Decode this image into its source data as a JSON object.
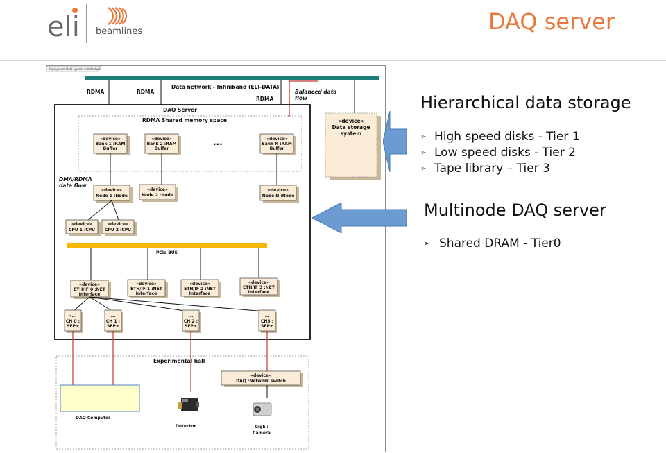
{
  "header": {
    "logo_eli_text": "eli",
    "logo_beamlines_text": "beamlines",
    "title": "DAQ server",
    "title_color": "#e8783c"
  },
  "diagram": {
    "frame_caption": "deployment DAQ system architecture",
    "data_network_label": "Data network - Infiniband (ELI-DATA)",
    "rdma_labels": [
      "RDMA",
      "RDMA",
      "RDMA"
    ],
    "balanced_flow_label": [
      "Balanced data",
      "flow"
    ],
    "daq_server_label": "DAQ Server",
    "shared_memory_label": "RDMA Shared memory space",
    "ellipsis": "...",
    "dma_flow_label": [
      "DMA/RDMA",
      "data flow"
    ],
    "storage_node": [
      "«device»",
      "Data storage",
      "system"
    ],
    "ram_buffers": [
      [
        "«device»",
        "Bank 1 :RAM",
        "Buffer"
      ],
      [
        "«device»",
        "Bank 2 :RAM",
        "Buffer"
      ],
      [
        "«device»",
        "Bank N :RAM",
        "Buffer"
      ]
    ],
    "nodes": [
      [
        "«device»",
        "Node 1 :Node"
      ],
      [
        "«device»",
        "Node 2 :Node"
      ],
      [
        "«device»",
        "Node N :Node"
      ]
    ],
    "cpus": [
      [
        "«device»",
        "CPU 1 :CPU"
      ],
      [
        "«device»",
        "CPU 2 :CPU"
      ]
    ],
    "pcie_label": "PCIe BUS",
    "interfaces": [
      [
        "«device»",
        "ETH/IF 0 :NET",
        "Interface"
      ],
      [
        "«device»",
        "ETH/IF 1 :NET",
        "Interface"
      ],
      [
        "«device»",
        "ETH/IF 2 :NET",
        "Interface"
      ],
      [
        "«device»",
        "ETH/IF 3 :NET",
        "Interface"
      ]
    ],
    "channels": [
      [
        "«...",
        "CH 0 :",
        "SFP+"
      ],
      [
        "...",
        "CH 1 :",
        "SFP+"
      ],
      [
        "...",
        "CH 2 :",
        "SFP+"
      ],
      [
        "...",
        "CH3 :",
        "SFP+"
      ]
    ],
    "experimental_hall_label": "Experimental hall",
    "network_switch": [
      "«device»",
      "DAQ :Network switch"
    ],
    "daq_computer_label": "DAQ Computer",
    "detector_label": "Detector",
    "camera_label": [
      "GigE :",
      "Camera"
    ],
    "colors": {
      "network_bar": "#1f7f78",
      "pcie_bar": "#f5b800",
      "connector_red": "#c0392b",
      "node_fill": "#fbecd7",
      "computer_fill": "#ffffcc",
      "arrow_fill": "#6b9bd1"
    }
  },
  "section_1": {
    "heading": "Hierarchical data storage",
    "items": [
      "High speed disks - Tier 1",
      "Low speed disks - Tier 2",
      "Tape library – Tier 3"
    ]
  },
  "section_2": {
    "heading": "Multinode DAQ server",
    "items": [
      "Shared DRAM - Tier0"
    ]
  },
  "bullet_glyph": "➢"
}
